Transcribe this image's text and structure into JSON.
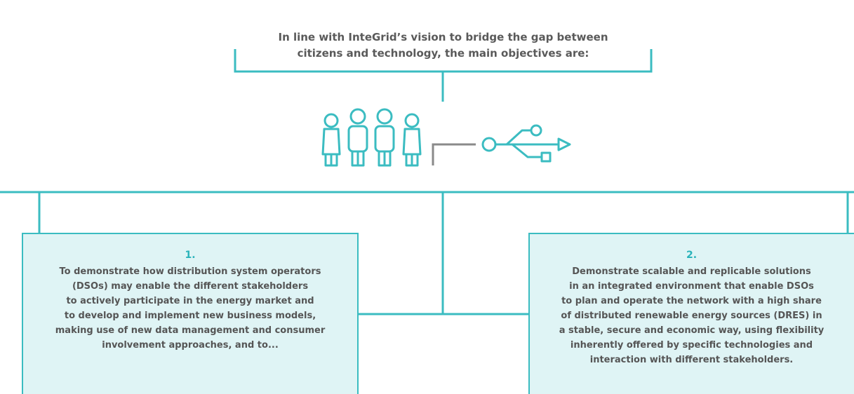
{
  "heading": {
    "lines": [
      "In line with InteGrid’s vision to bridge the gap between",
      "citizens and technology, the main objectives are:"
    ]
  },
  "icons": {
    "people": "people-icon",
    "usb": "usb-connector-icon"
  },
  "colors": {
    "accent": "#3bbcc1",
    "box_fill": "#dff4f5",
    "text": "#555555",
    "number": "#2ab3ba",
    "gray_line": "#8a8a8a"
  },
  "objectives": [
    {
      "number": "1.",
      "lines": [
        "To demonstrate how distribution system operators",
        "(DSOs) may enable the different stakeholders",
        "to actively participate in the energy market and",
        "to develop and implement new business models,",
        "making use of new data management and consumer",
        "involvement approaches, and to..."
      ]
    },
    {
      "number": "2.",
      "lines": [
        "Demonstrate scalable and replicable solutions",
        "in an integrated environment that enable DSOs",
        "to plan and operate the network with a high share",
        "of distributed renewable energy sources (DRES) in",
        "a stable, secure and economic way, using flexibility",
        "inherently offered by specific technologies and",
        "interaction with different stakeholders."
      ]
    }
  ]
}
